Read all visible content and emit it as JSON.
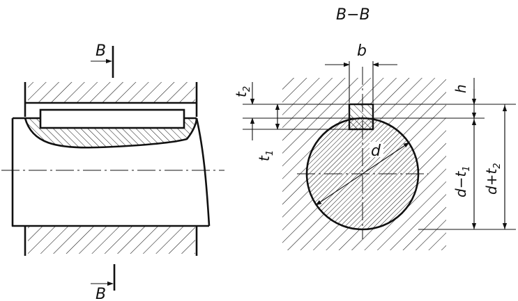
{
  "section_title": "B−B",
  "labels": {
    "section_marker_top": "B",
    "section_marker_bottom": "B",
    "key_width": "b",
    "key_height": "h",
    "shaft_depth_main": "t",
    "shaft_depth_sub": "1",
    "hub_depth_main": "t",
    "hub_depth_sub": "2",
    "diameter": "d",
    "d_minus_t1_main": "d−t",
    "d_minus_t1_sub": "1",
    "d_plus_t2_main": "d+t",
    "d_plus_t2_sub": "2"
  }
}
